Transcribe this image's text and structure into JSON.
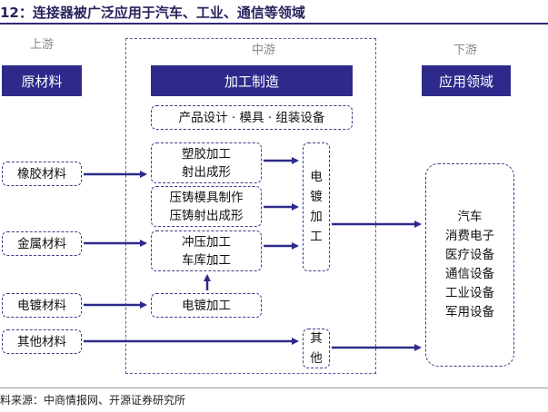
{
  "title": "12：连接器被广泛应用于汽车、工业、通信等领域",
  "stages": {
    "upstream": "上游",
    "midstream": "中游",
    "downstream": "下游"
  },
  "headers": {
    "raw_materials": "原材料",
    "processing": "加工制造",
    "applications": "应用领域"
  },
  "design_box": "产品设计 · 模具 · 组装设备",
  "materials": {
    "rubber": "橡胶材料",
    "metal": "金属材料",
    "plating": "电镀材料",
    "other": "其他材料"
  },
  "processes": {
    "molding_line1": "塑胶加工",
    "molding_line2": "射出成形",
    "diecast_line1": "压铸模具制作",
    "diecast_line2": "压铸射出成形",
    "stamping_line1": "冲压加工",
    "stamping_line2": "车库加工",
    "plating_proc": "电镀加工"
  },
  "vertical": {
    "plating_chars": [
      "电",
      "镀",
      "加",
      "工"
    ],
    "other_chars": [
      "其",
      "他"
    ]
  },
  "applications": [
    "汽车",
    "消费电子",
    "医疗设备",
    "通信设备",
    "工业设备",
    "军用设备"
  ],
  "footer": "料来源：中商情报网、开源证券研究所",
  "colors": {
    "accent": "#2e2a8c",
    "title": "#28235e"
  }
}
